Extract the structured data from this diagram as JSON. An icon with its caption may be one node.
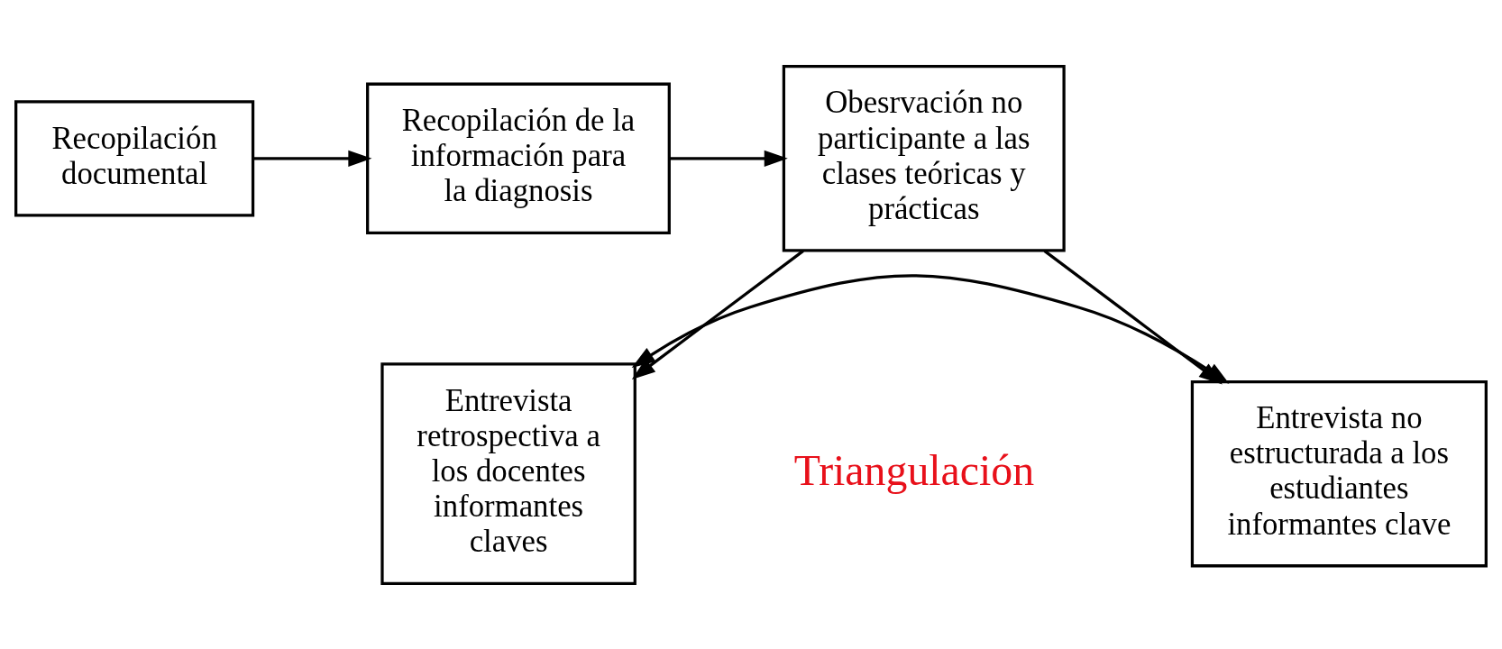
{
  "diagram": {
    "nodes": [
      {
        "text": [
          "Recopilación documental"
        ]
      },
      {
        "text": [
          "Recopilación de la información para la diagnosis"
        ]
      },
      {
        "text": [
          "Obesrvación no participante a las clases teóricas y prácticas"
        ]
      },
      {
        "text": [
          "Entrevista retrospectiva a los docentes informantes claves"
        ]
      },
      {
        "text": [
          "Entrevista no estructurada a los estudiantes informantes clave"
        ]
      }
    ],
    "edges": [
      {
        "from": 0,
        "to": 1,
        "arrow": "to"
      },
      {
        "from": 1,
        "to": 2,
        "arrow": "to"
      },
      {
        "from": 2,
        "to": 3,
        "arrow": "to"
      },
      {
        "from": 2,
        "to": 4,
        "arrow": "to"
      },
      {
        "from": 3,
        "to": 4,
        "arrow": "both"
      }
    ],
    "labels": [
      "Triangulación"
    ]
  }
}
